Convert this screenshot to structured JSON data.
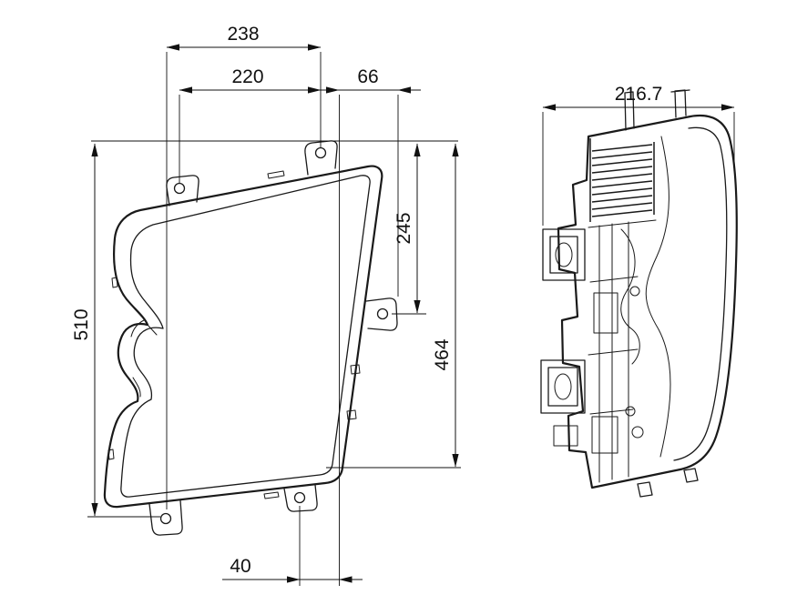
{
  "drawing": {
    "front_view": {
      "dim_top_outer": "238",
      "dim_top_inner": "220",
      "dim_offset_right": "66",
      "dim_height_left": "510",
      "dim_height_mid": "245",
      "dim_height_right": "464",
      "dim_offset_bottom": "40"
    },
    "side_view": {
      "dim_depth": "216.7"
    }
  }
}
